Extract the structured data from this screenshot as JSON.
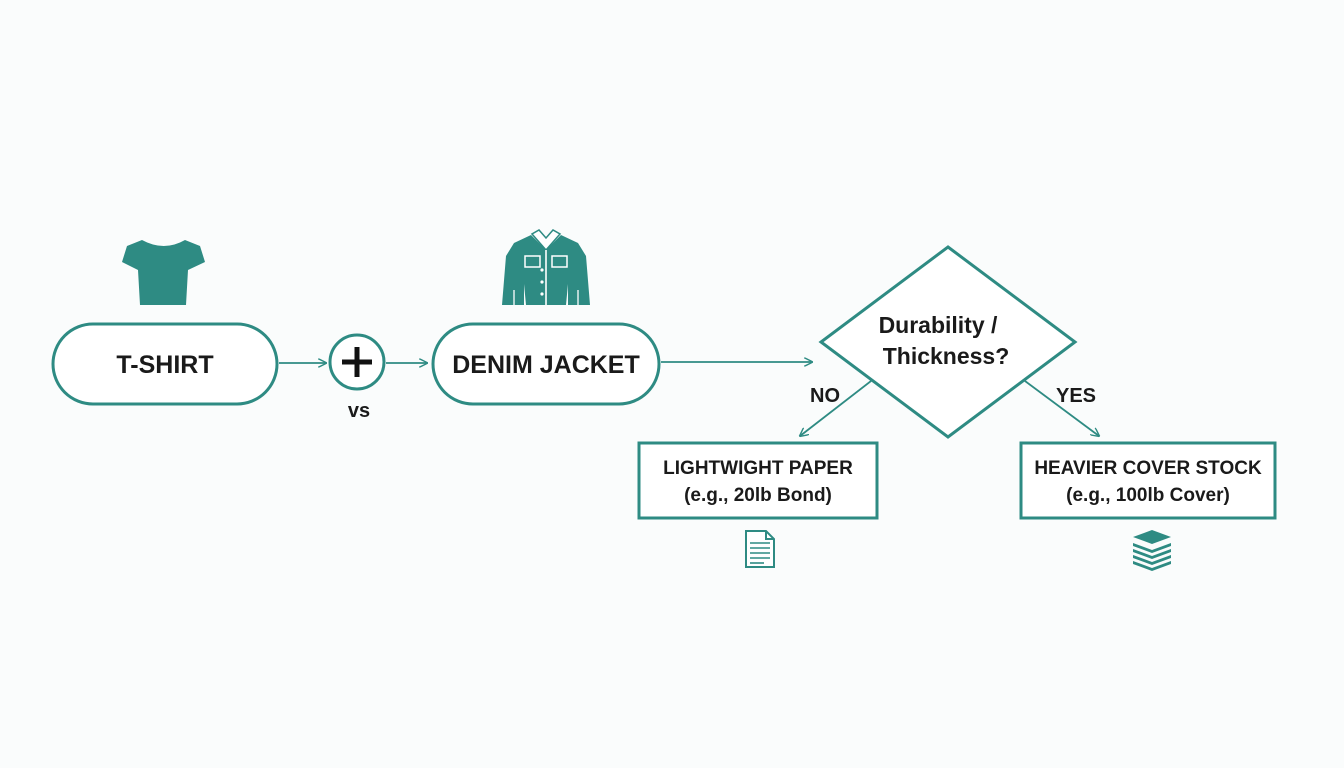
{
  "colors": {
    "accent": "#2e8b83",
    "text": "#1a1a1a",
    "background": "#fafcfc"
  },
  "nodes": {
    "tshirt": {
      "label": "T-SHIRT",
      "icon": "tshirt-icon"
    },
    "combine": {
      "label": "vs",
      "icon": "plus-icon"
    },
    "jacket": {
      "label": "DENIM JACKET",
      "icon": "jacket-icon"
    },
    "decision": {
      "line1": "Durability /",
      "line2": "Thickness?"
    },
    "light": {
      "line1": "LIGHTWIGHT PAPER",
      "line2": "(e.g., 20lb Bond)",
      "icon": "document-icon"
    },
    "heavy": {
      "line1": "HEAVIER COVER STOCK",
      "line2": "(e.g., 100lb Cover)",
      "icon": "paper-stack-icon"
    }
  },
  "edges": {
    "no_label": "NO",
    "yes_label": "YES"
  }
}
